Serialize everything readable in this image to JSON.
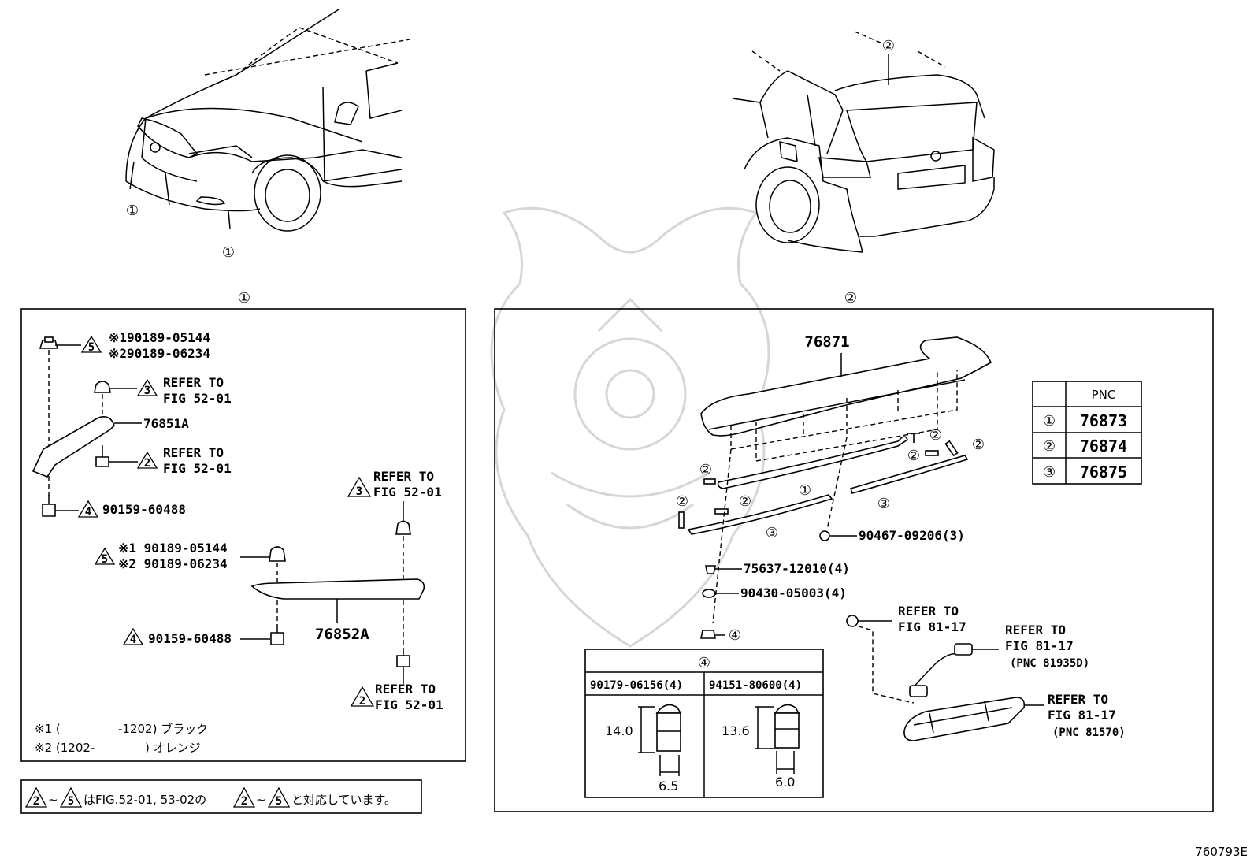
{
  "callouts": {
    "one": "①",
    "two": "②",
    "three": "③",
    "four": "④"
  },
  "tri_numbers": {
    "n2": "2",
    "n3": "3",
    "n4": "4",
    "n5": "5"
  },
  "left_panel": {
    "title": "①",
    "bolt_top_line1": "※190189-05144",
    "bolt_top_line2": "※290189-06234",
    "refer_a_line1": "REFER TO",
    "refer_a_line2": "FIG 52-01",
    "part_76851a": "76851A",
    "refer_b_line1": "REFER TO",
    "refer_b_line2": "FIG 52-01",
    "screw_left": "90159-60488",
    "refer_c_line1": "REFER TO",
    "refer_c_line2": "FIG 52-01",
    "bolt_mid_line1": "※1 90189-05144",
    "bolt_mid_line2": "※2 90189-06234",
    "part_76852a": "76852A",
    "screw_mid": "90159-60488",
    "refer_d_line1": "REFER TO",
    "refer_d_line2": "FIG 52-01",
    "note1_mark": "※1 (",
    "note1_text": "-1202) ブラック",
    "note2_mark": "※2 (1202-",
    "note2_text": ") オレンジ"
  },
  "footer_note": {
    "tilde": "~",
    "text_a": "はFIG.52-01, 53-02の",
    "text_b": "と対応しています。"
  },
  "right_panel": {
    "title": "②",
    "part_76871": "76871",
    "part_90467": "90467-09206(3)",
    "part_75637": "75637-12010(4)",
    "part_90430": "90430-05003(4)",
    "refer_e_line1": "REFER TO",
    "refer_e_line2": "FIG 81-17",
    "refer_f_line1": "REFER TO",
    "refer_f_line2": "FIG 81-17",
    "refer_f_line3": "(PNC 81935D)",
    "refer_g_line1": "REFER TO",
    "refer_g_line2": "FIG 81-17",
    "refer_g_line3": "(PNC 81570)"
  },
  "pnc_table": {
    "header": "PNC",
    "rows": [
      {
        "key": "①",
        "value": "76873"
      },
      {
        "key": "②",
        "value": "76874"
      },
      {
        "key": "③",
        "value": "76875"
      }
    ]
  },
  "detail_box": {
    "title": "④",
    "col1_part": "90179-06156(4)",
    "col2_part": "94151-80600(4)",
    "col1_height": "14.0",
    "col1_width": "6.5",
    "col2_height": "13.6",
    "col2_width": "6.0"
  },
  "figure_id": "760793E"
}
